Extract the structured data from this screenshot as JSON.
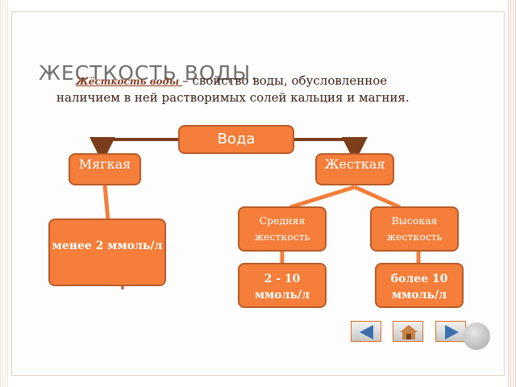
{
  "slide": {
    "title": "ЖЕСТКОСТЬ ВОДЫ.",
    "definition_term": "Жёсткость воды ",
    "definition_text": " – свойство воды, обусловленное наличием в ней растворимых солей кальция и магния."
  },
  "diagram": {
    "root": "Вода",
    "soft": "Мягкая",
    "hard": "Жесткая",
    "medium": "Средняя жесткость",
    "high": "Высокая жесткость",
    "soft_value": "менее 2 ммоль/л",
    "medium_value": "2 - 10 ммоль/л",
    "high_value": "более 10 ммоль/л"
  },
  "colors": {
    "box_fill": "#f47e3a",
    "box_border": "#b85c29",
    "connector": "#f47e3a",
    "arrow": "#7a3e1a"
  },
  "navigation": {
    "prev": "left-arrow-icon",
    "home": "home-icon",
    "next": "right-arrow-icon"
  }
}
